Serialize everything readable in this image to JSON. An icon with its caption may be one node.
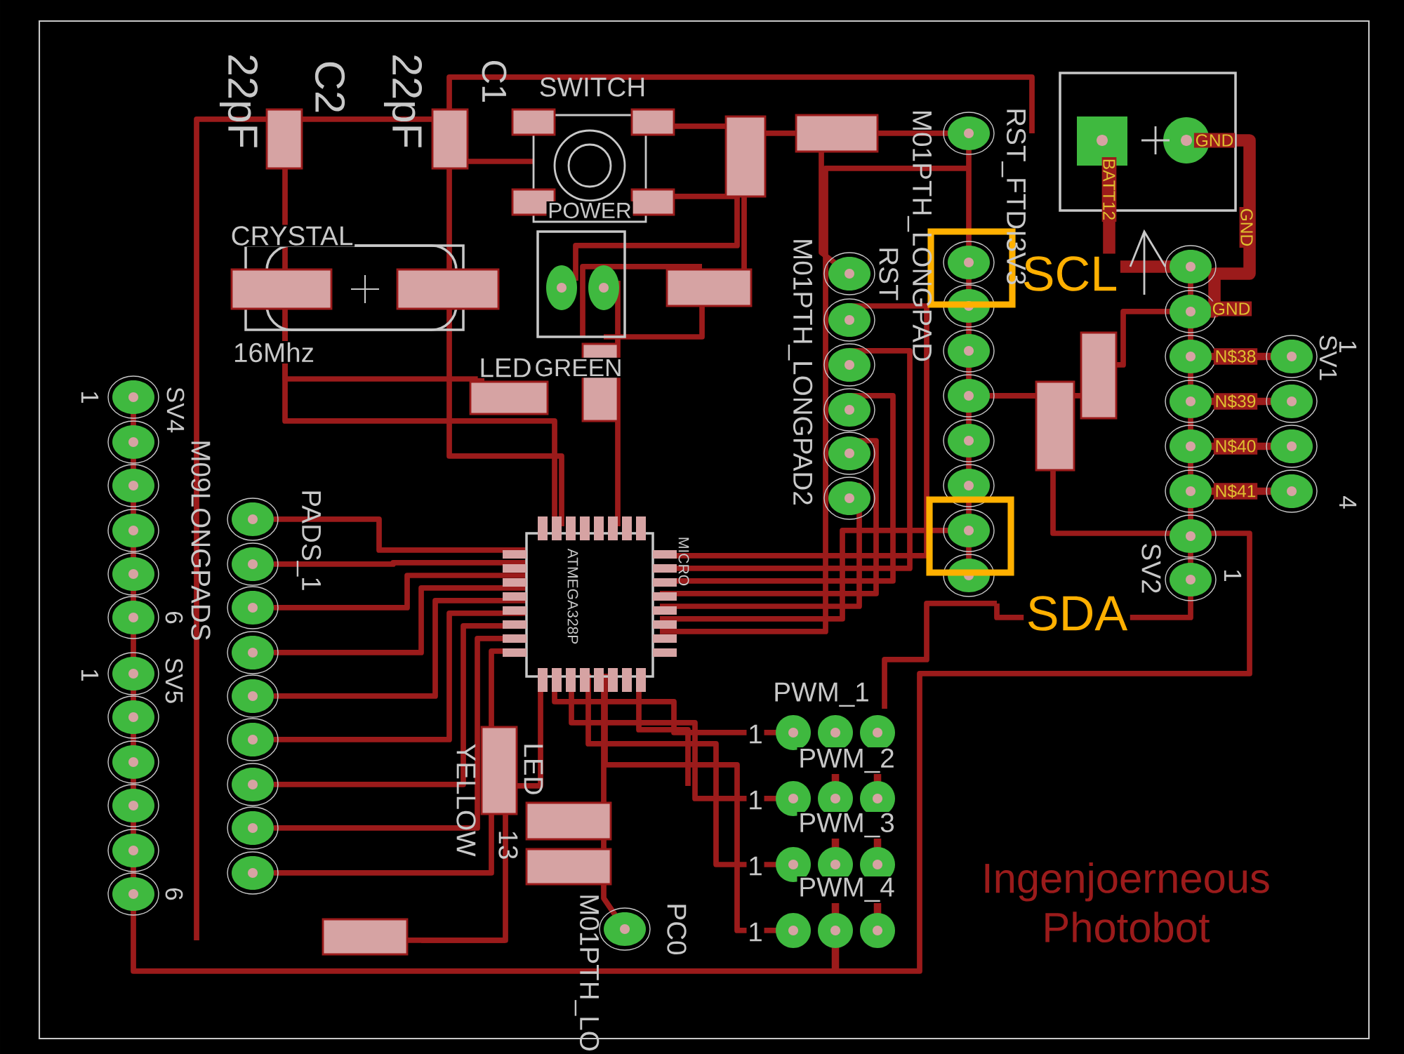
{
  "diagram": {
    "nodes": [
      {
        "text": [
          "SCL"
        ]
      },
      {
        "text": [
          "SDA"
        ]
      }
    ],
    "labels": [
      "22pF",
      "C2",
      "22pF",
      "C1",
      "SWITCH",
      "POWER",
      "RST_FTDI3V3",
      "M01PTH_LONGPAD",
      "BATT12",
      "GND",
      "GND",
      "CRYSTAL",
      "16Mhz",
      "RST",
      "M01PTH_LONGPAD2",
      "LED",
      "GREEN",
      "SV4",
      "1",
      "6",
      "M09LONGPADS",
      "PADS_1",
      "SV5",
      "1",
      "6",
      "ATMEGA328P",
      "MICRO",
      "GND",
      "SV1",
      "1",
      "N$38",
      "N$39",
      "N$40",
      "N$41",
      "4",
      "SV2",
      "1",
      "PWM_1",
      "1",
      "PWM_2",
      "1",
      "PWM_3",
      "1",
      "PWM_4",
      "1",
      "LED",
      "13",
      "YELLOW",
      "PC0",
      "M01PTH_LO",
      "Ingenjoerneous Photobot"
    ]
  }
}
